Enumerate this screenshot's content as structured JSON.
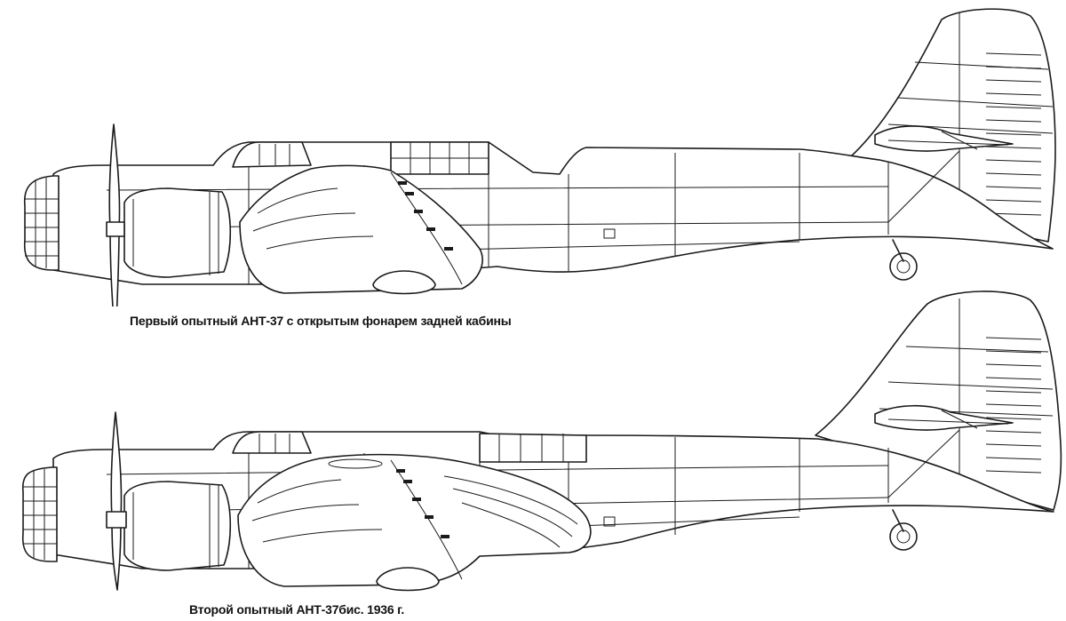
{
  "figures": [
    {
      "caption": "Первый опытный АНТ-37 с открытым фонарем задней кабины",
      "variant": "open-rear-canopy"
    },
    {
      "caption": "Второй опытный АНТ-37бис. 1936 г.",
      "variant": "second-prototype"
    }
  ],
  "colors": {
    "ink": "#1a1a1a",
    "paper": "#ffffff"
  }
}
